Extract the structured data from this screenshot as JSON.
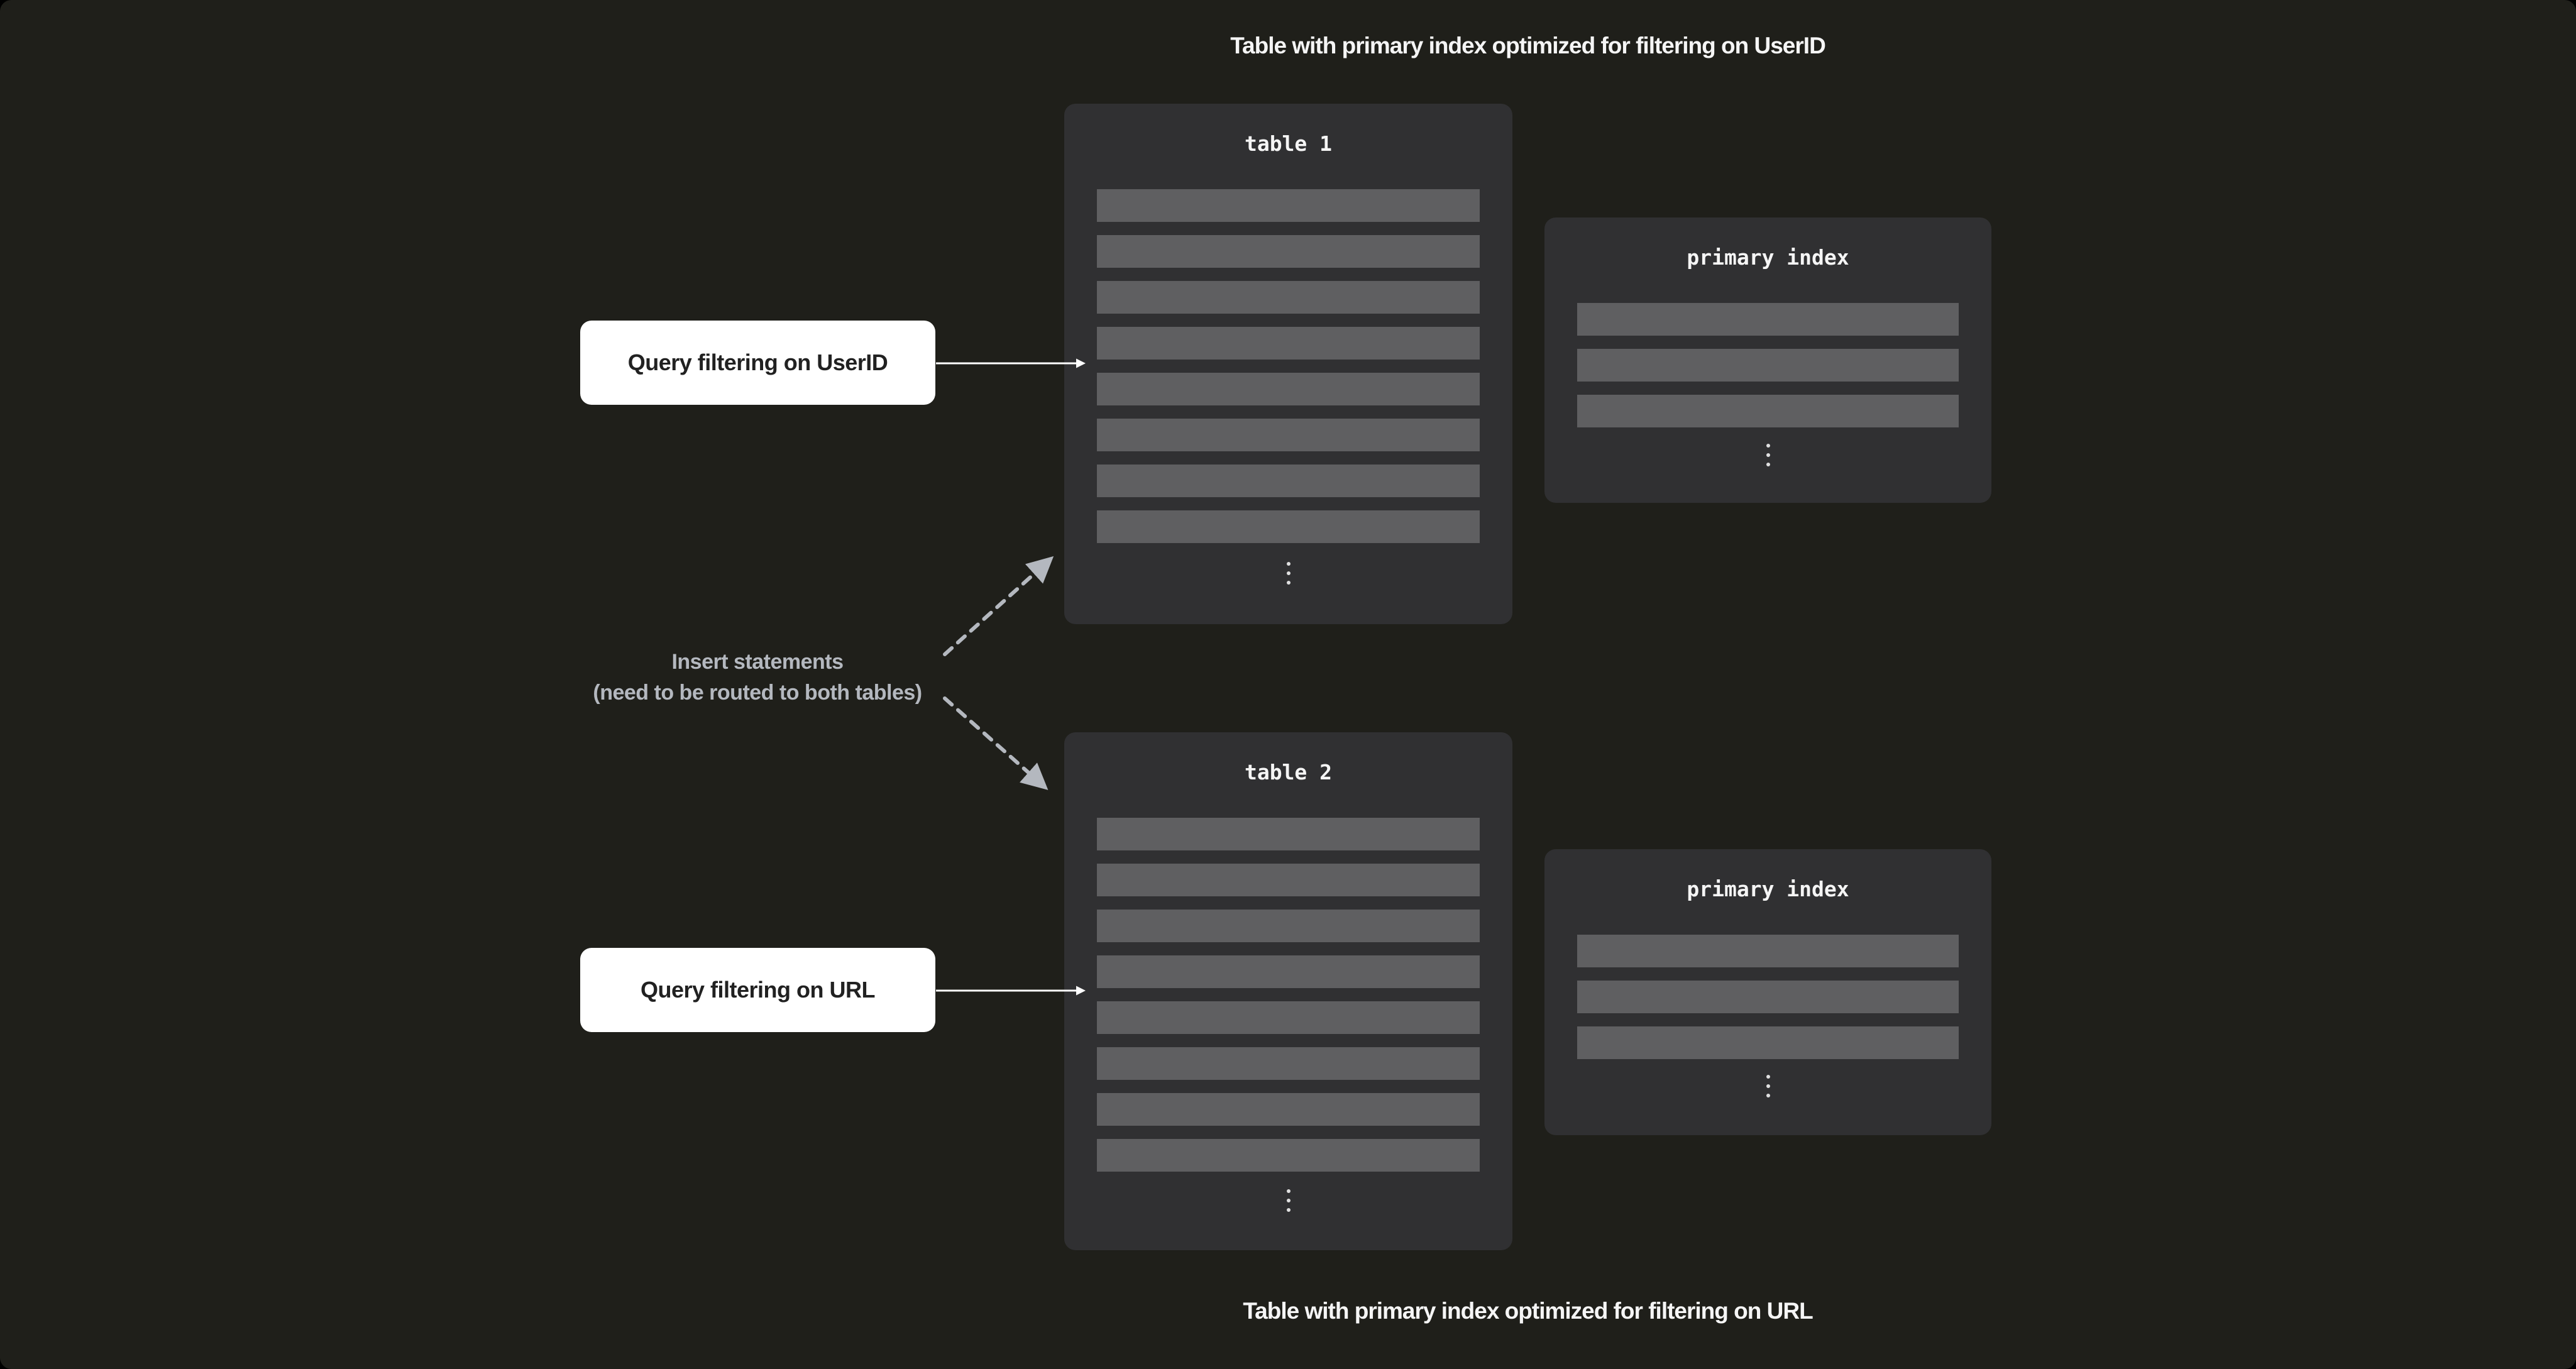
{
  "titles": {
    "top": "Table with primary index optimized for filtering on UserID",
    "bottom": "Table with primary index optimized for filtering on URL"
  },
  "annotations": {
    "query_userid": "Query filtering on UserID",
    "query_url": "Query filtering on URL",
    "insert_line1": "Insert statements",
    "insert_line2": "(need to be routed to both tables)"
  },
  "boxes": {
    "table1": {
      "title": "table 1",
      "row_count": 8
    },
    "primary_index_1": {
      "title": "primary index",
      "row_count": 3
    },
    "table2": {
      "title": "table 2",
      "row_count": 8
    },
    "primary_index_2": {
      "title": "primary index",
      "row_count": 3
    }
  },
  "ellipsis_dots": 3,
  "colors": {
    "bg": "#1f1f1a",
    "panel": "#303032",
    "row": "#5f5f61",
    "dot": "#e0e0e0",
    "title_text": "#f5f5f5",
    "muted_text": "#b4b8bf",
    "label_bg": "#ffffff",
    "label_text": "#212121",
    "arrow_white": "#ffffff",
    "arrow_gray": "#b4b8bf"
  }
}
